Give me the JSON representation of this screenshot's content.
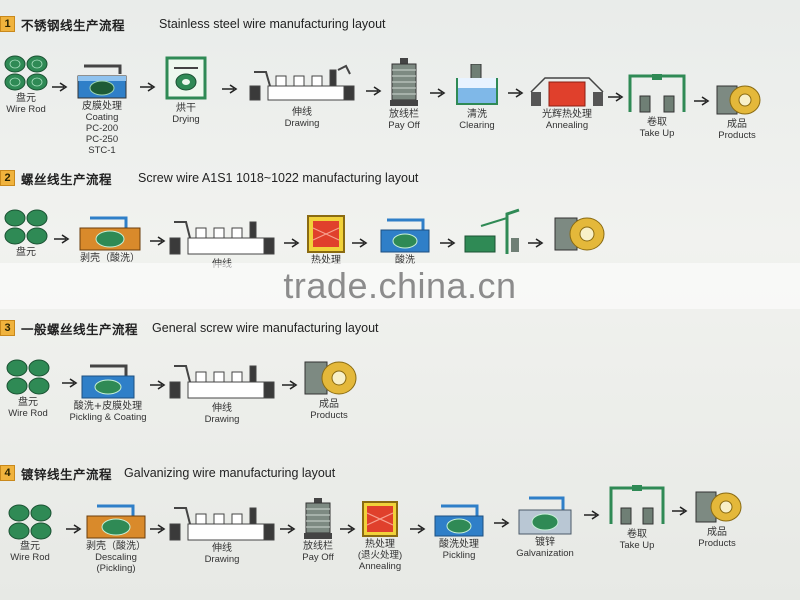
{
  "sections": [
    {
      "number": "1",
      "title_zh": "不锈钢线生产流程",
      "title_en": "Stainless steel wire manufacturing layout",
      "steps": [
        {
          "zh": "盘元",
          "en": "Wire Rod",
          "icon": "wire-rod-coils-icon"
        },
        {
          "zh": "皮膜处理",
          "en": "Coating",
          "extra": [
            "PC-200",
            "PC-250",
            "STC-1"
          ],
          "icon": "coating-tank-icon"
        },
        {
          "zh": "烘干",
          "en": "Drying",
          "icon": "drying-oven-icon"
        },
        {
          "zh": "伸线",
          "en": "Drawing",
          "icon": "drawing-machine-icon"
        },
        {
          "zh": "放线栏",
          "en": "Pay Off",
          "icon": "payoff-stand-icon"
        },
        {
          "zh": "清洗",
          "en": "Clearing",
          "icon": "cleaning-tank-icon"
        },
        {
          "zh": "光辉热处理",
          "en": "Annealing",
          "icon": "annealing-furnace-icon"
        },
        {
          "zh": "卷取",
          "en": "Take Up",
          "icon": "take-up-machine-icon"
        },
        {
          "zh": "成品",
          "en": "Products",
          "icon": "product-coil-icon"
        }
      ]
    },
    {
      "number": "2",
      "title_zh": "螺丝线生产流程",
      "title_en": "Screw wire A1S1 1018~1022 manufacturing layout",
      "steps": [
        {
          "zh": "盘元",
          "en": "",
          "icon": "wire-rod-coils-icon"
        },
        {
          "zh": "剥壳（酸洗）",
          "en": "",
          "icon": "descaling-tank-icon"
        },
        {
          "zh": "伸线",
          "en": "",
          "icon": "drawing-machine-icon"
        },
        {
          "zh": "热处理",
          "en": "",
          "icon": "annealing-furnace-icon"
        },
        {
          "zh": "酸洗",
          "en": "",
          "icon": "pickling-tank-icon"
        },
        {
          "zh": "",
          "en": "",
          "icon": "crane-line-icon"
        },
        {
          "zh": "",
          "en": "",
          "icon": "product-coil-icon"
        }
      ]
    },
    {
      "number": "3",
      "title_zh": "一般螺丝线生产流程",
      "title_en": "General screw wire  manufacturing layout",
      "steps": [
        {
          "zh": "盘元",
          "en": "Wire Rod",
          "icon": "wire-rod-coils-icon"
        },
        {
          "zh": "酸洗+皮膜处理",
          "en": "Pickling & Coating",
          "icon": "pickling-tank-icon"
        },
        {
          "zh": "伸线",
          "en": "Drawing",
          "icon": "drawing-machine-icon"
        },
        {
          "zh": "成品",
          "en": "Products",
          "icon": "product-coil-icon"
        }
      ]
    },
    {
      "number": "4",
      "title_zh": "镀锌线生产流程",
      "title_en": "Galvanizing  wire  manufacturing layout",
      "steps": [
        {
          "zh": "盘元",
          "en": "Wire Rod",
          "icon": "wire-rod-coils-icon"
        },
        {
          "zh": "剥壳（酸洗）",
          "en": "Descaling",
          "en2": "(Pickling)",
          "icon": "descaling-tank-icon"
        },
        {
          "zh": "伸线",
          "en": "Drawing",
          "icon": "drawing-machine-icon"
        },
        {
          "zh": "放线栏",
          "en": "Pay Off",
          "icon": "payoff-stand-icon"
        },
        {
          "zh": "热处理",
          "en": "(退火处理)",
          "en2": "Annealing",
          "icon": "annealing-furnace-icon"
        },
        {
          "zh": "酸洗处理",
          "en": "Pickling",
          "icon": "pickling-tank-icon"
        },
        {
          "zh": "镀锌",
          "en": "Galvanization",
          "icon": "galvanizing-tank-icon"
        },
        {
          "zh": "卷取",
          "en": "Take Up",
          "icon": "take-up-machine-icon"
        },
        {
          "zh": "成品",
          "en": "Products",
          "icon": "product-coil-icon"
        }
      ]
    }
  ],
  "watermark": "trade.china.cn",
  "colors": {
    "badge": "#f0b33d",
    "coil": "#2f8a55",
    "tank": "#2f7fc8",
    "frame": "#555555",
    "furnace": "#e0402c"
  }
}
